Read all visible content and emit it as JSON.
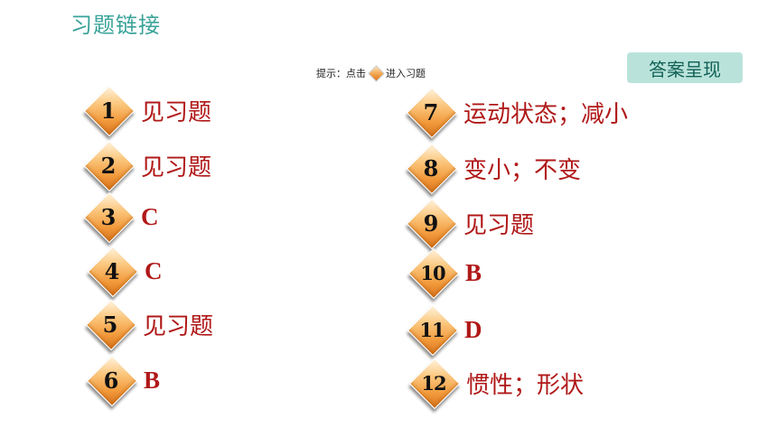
{
  "header": {
    "title": "习题链接"
  },
  "hint": {
    "prefix": "提示：点击",
    "suffix": "进入习题"
  },
  "answer_button": {
    "label": "答案呈现"
  },
  "left_items": [
    {
      "num": "1",
      "answer": "见习题"
    },
    {
      "num": "2",
      "answer": "见习题"
    },
    {
      "num": "3",
      "answer": "C"
    },
    {
      "num": "4",
      "answer": "C"
    },
    {
      "num": "5",
      "answer": "见习题"
    },
    {
      "num": "6",
      "answer": "B"
    }
  ],
  "right_items": [
    {
      "num": "7",
      "answer": "运动状态；减小"
    },
    {
      "num": "8",
      "answer": "变小；不变"
    },
    {
      "num": "9",
      "answer": "见习题"
    },
    {
      "num": "10",
      "answer": "B"
    },
    {
      "num": "11",
      "answer": "D"
    },
    {
      "num": "12",
      "answer": "惯性；形状"
    }
  ],
  "colors": {
    "title": "#3aa39a",
    "answer_text": "#b01818",
    "button_bg": "#b9e3da",
    "diamond": "#f29a3c"
  }
}
